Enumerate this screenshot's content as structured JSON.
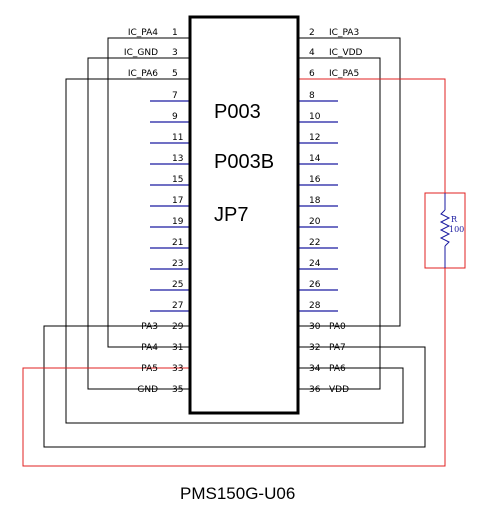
{
  "component": {
    "labels": [
      "P003",
      "P003B",
      "JP7"
    ],
    "footer": "PMS150G-U06"
  },
  "left_pins": [
    {
      "num": "1",
      "signal": "IC_PA4"
    },
    {
      "num": "3",
      "signal": "IC_GND"
    },
    {
      "num": "5",
      "signal": "IC_PA6"
    },
    {
      "num": "7",
      "signal": ""
    },
    {
      "num": "9",
      "signal": ""
    },
    {
      "num": "11",
      "signal": ""
    },
    {
      "num": "13",
      "signal": ""
    },
    {
      "num": "15",
      "signal": ""
    },
    {
      "num": "17",
      "signal": ""
    },
    {
      "num": "19",
      "signal": ""
    },
    {
      "num": "21",
      "signal": ""
    },
    {
      "num": "23",
      "signal": ""
    },
    {
      "num": "25",
      "signal": ""
    },
    {
      "num": "27",
      "signal": ""
    },
    {
      "num": "29",
      "signal": "PA3"
    },
    {
      "num": "31",
      "signal": "PA4"
    },
    {
      "num": "33",
      "signal": "PA5"
    },
    {
      "num": "35",
      "signal": "GND"
    }
  ],
  "right_pins": [
    {
      "num": "2",
      "signal": "IC_PA3"
    },
    {
      "num": "4",
      "signal": "IC_VDD"
    },
    {
      "num": "6",
      "signal": "IC_PA5"
    },
    {
      "num": "8",
      "signal": ""
    },
    {
      "num": "10",
      "signal": ""
    },
    {
      "num": "12",
      "signal": ""
    },
    {
      "num": "14",
      "signal": ""
    },
    {
      "num": "16",
      "signal": ""
    },
    {
      "num": "18",
      "signal": ""
    },
    {
      "num": "20",
      "signal": ""
    },
    {
      "num": "22",
      "signal": ""
    },
    {
      "num": "24",
      "signal": ""
    },
    {
      "num": "26",
      "signal": ""
    },
    {
      "num": "28",
      "signal": ""
    },
    {
      "num": "30",
      "signal": "PA0"
    },
    {
      "num": "32",
      "signal": "PA7"
    },
    {
      "num": "34",
      "signal": "PA6"
    },
    {
      "num": "36",
      "signal": "VDD"
    }
  ],
  "resistor": {
    "ref": "R",
    "value": "100"
  },
  "colors": {
    "wire": "#000000",
    "unused_pin": "#1a1aa0",
    "highlight": "#e02020"
  }
}
